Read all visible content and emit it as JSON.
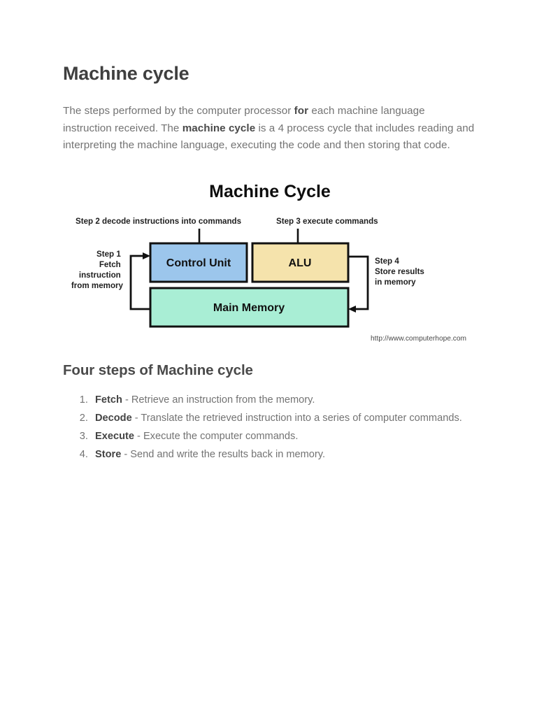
{
  "document": {
    "title": "Machine cycle",
    "intro": {
      "part1": "The steps performed by the computer processor ",
      "bold1": "for",
      "part2": " each machine language instruction received. The ",
      "bold2": "machine cycle",
      "part3": " is a 4 process cycle that includes reading and interpreting the machine language, executing the code and then storing that code."
    },
    "section_title": "Four steps of Machine cycle",
    "steps": [
      {
        "term": "Fetch",
        "desc": " - Retrieve an instruction from the memory."
      },
      {
        "term": "Decode",
        "desc": " - Translate the retrieved instruction into a series of computer commands."
      },
      {
        "term": "Execute",
        "desc": " - Execute the computer commands."
      },
      {
        "term": "Store",
        "desc": " - Send and write the results back in memory."
      }
    ]
  },
  "figure": {
    "title": "Machine Cycle",
    "boxes": {
      "control_unit": {
        "label": "Control Unit",
        "color": "#9CC6EC"
      },
      "alu": {
        "label": "ALU",
        "color": "#F5E3AC"
      },
      "main_memory": {
        "label": "Main Memory",
        "color": "#A9EED5"
      }
    },
    "labels": {
      "step1": [
        "Step 1",
        "Fetch",
        "instruction",
        "from memory"
      ],
      "step2": "Step 2 decode instructions into commands",
      "step3": "Step 3 execute commands",
      "step4": [
        "Step 4",
        "Store results",
        "in memory"
      ]
    },
    "watermark": "http://www.computerhope.com",
    "stroke_color": "#111111"
  }
}
